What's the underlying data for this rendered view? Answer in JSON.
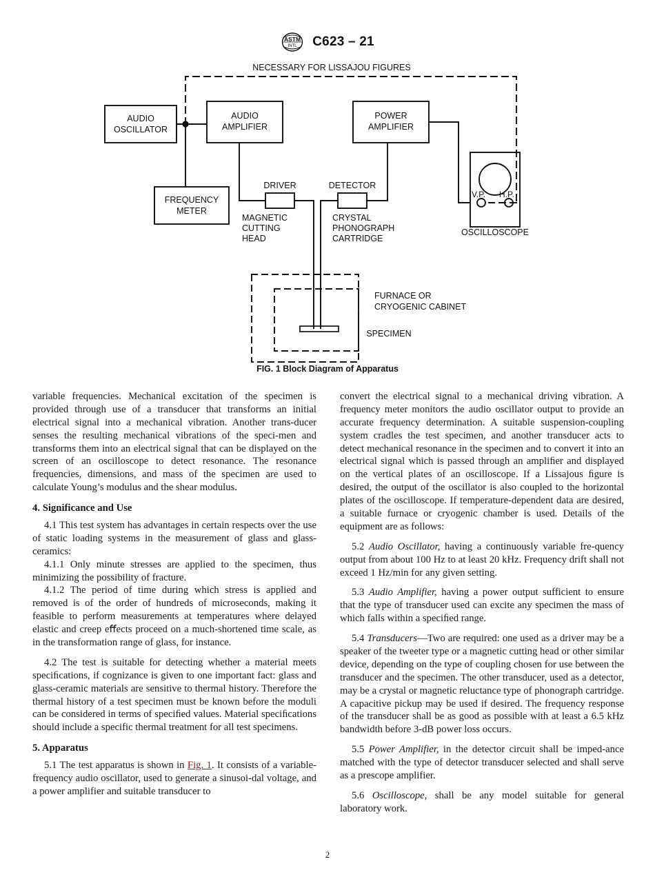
{
  "header": {
    "logo_icon": "astm-logo-icon",
    "designation": "C623 – 21"
  },
  "figure": {
    "caption": "FIG. 1  Block Diagram of Apparatus",
    "lissajou_label": "NECESSARY FOR LISSAJOU FIGURES",
    "blocks": {
      "audio_oscillator_line1": "AUDIO",
      "audio_oscillator_line2": "OSCILLATOR",
      "audio_amplifier_line1": "AUDIO",
      "audio_amplifier_line2": "AMPLIFIER",
      "power_amplifier_line1": "POWER",
      "power_amplifier_line2": "AMPLIFIER",
      "frequency_meter_line1": "FREQUENCY",
      "frequency_meter_line2": "METER"
    },
    "labels": {
      "driver": "DRIVER",
      "detector": "DETECTOR",
      "magnetic_cutting_head_line1": "MAGNETIC",
      "magnetic_cutting_head_line2": "CUTTING",
      "magnetic_cutting_head_line3": "HEAD",
      "crystal_cartridge_line1": "CRYSTAL",
      "crystal_cartridge_line2": "PHONOGRAPH",
      "crystal_cartridge_line3": "CARTRIDGE",
      "vp_terminal": "V.P.",
      "hp_terminal": "H.P.",
      "oscilloscope": "OSCILLOSCOPE",
      "furnace_line1": "FURNACE OR",
      "furnace_line2": "CRYOGENIC CABINET",
      "specimen": "SPECIMEN"
    }
  },
  "left_column": {
    "p_intro": "variable frequencies. Mechanical excitation of the specimen is provided through use of a transducer that transforms an initial electrical signal into a mechanical vibration. Another trans-ducer senses the resulting mechanical vibrations of the speci-men and transforms them into an electrical signal that can be displayed on the screen of an oscilloscope to detect resonance. The resonance frequencies, dimensions, and mass of the specimen are used to calculate Young’s modulus and the shear modulus.",
    "heading_4": "4.  Significance and Use",
    "p_4_1": "4.1  This test system has advantages in certain respects over the use of static loading systems in the measurement of glass and glass-ceramics:",
    "p_4_1_1": "4.1.1  Only minute stresses are applied to the specimen, thus minimizing the possibility of fracture.",
    "p_4_1_2": "4.1.2  The period of time during which stress is applied and removed is of the order of hundreds of microseconds, making it feasible to perform measurements at temperatures where delayed elastic and creep eﬀects proceed on a much-shortened time scale, as in the transformation range of glass, for instance.",
    "p_4_2": "4.2  The test is suitable for detecting whether a material meets speciﬁcations, if cognizance is given to one important fact: glass and glass-ceramic materials are sensitive to thermal history. Therefore the thermal history of a test specimen must be known before the moduli can be considered in terms of speciﬁed values. Material speciﬁcations should include a specific thermal treatment for all test specimens.",
    "heading_5": "5.  Apparatus",
    "p_5_1_a": "5.1  The test apparatus is shown in ",
    "p_5_1_link": "Fig. 1",
    "p_5_1_b": ". It consists of a variable-frequency audio oscillator, used to generate a sinusoi-dal voltage, and a power amplifier and suitable transducer to"
  },
  "right_column": {
    "p_cont": "convert the electrical signal to a mechanical driving vibration. A frequency meter monitors the audio oscillator output to provide an accurate frequency determination. A suitable suspension-coupling system cradles the test specimen, and another transducer acts to detect mechanical resonance in the specimen and to convert it into an electrical signal which is passed through an ampliﬁer and displayed on the vertical plates of an oscilloscope. If a Lissajous ﬁgure is desired, the output of the oscillator is also coupled to the horizontal plates of the oscilloscope. If temperature-dependent data are desired, a suitable furnace or cryogenic chamber is used. Details of the equipment are as follows:",
    "p_5_2_num": "5.2  ",
    "p_5_2_term": "Audio Oscillator,",
    "p_5_2_text": " having a continuously variable fre-quency output from about 100 Hz to at least 20 kHz. Frequency drift shall not exceed 1 Hz/min for any given setting.",
    "p_5_3_num": "5.3  ",
    "p_5_3_term": "Audio Amplifier,",
    "p_5_3_text": " having a power output sufficient to ensure that the type of transducer used can excite any specimen the mass of which falls within a speciﬁed range.",
    "p_5_4_num": "5.4  ",
    "p_5_4_term": "Transducers",
    "p_5_4_text": "—Two are required: one used as a driver may be a speaker of the tweeter type or a magnetic cutting head or other similar device, depending on the type of coupling chosen for use between the transducer and the specimen. The other transducer, used as a detector, may be a crystal or magnetic reluctance type of phonograph cartridge. A capacitive pickup may be used if desired. The frequency response of the transducer shall be as good as possible with at least a 6.5 kHz bandwidth before 3-dB power loss occurs.",
    "p_5_5_num": "5.5  ",
    "p_5_5_term": "Power Amplifier,",
    "p_5_5_text": " in the detector circuit shall be imped-ance matched with the type of detector transducer selected and shall serve as a prescope amplifier.",
    "p_5_6_num": "5.6  ",
    "p_5_6_term": "Oscilloscope,",
    "p_5_6_text": " shall be any model suitable for general laboratory work."
  },
  "footer": {
    "page_number": "2"
  },
  "colors": {
    "link": "#a01a18",
    "ink": "#1a1a1a",
    "diagram_stroke": "#111111"
  }
}
